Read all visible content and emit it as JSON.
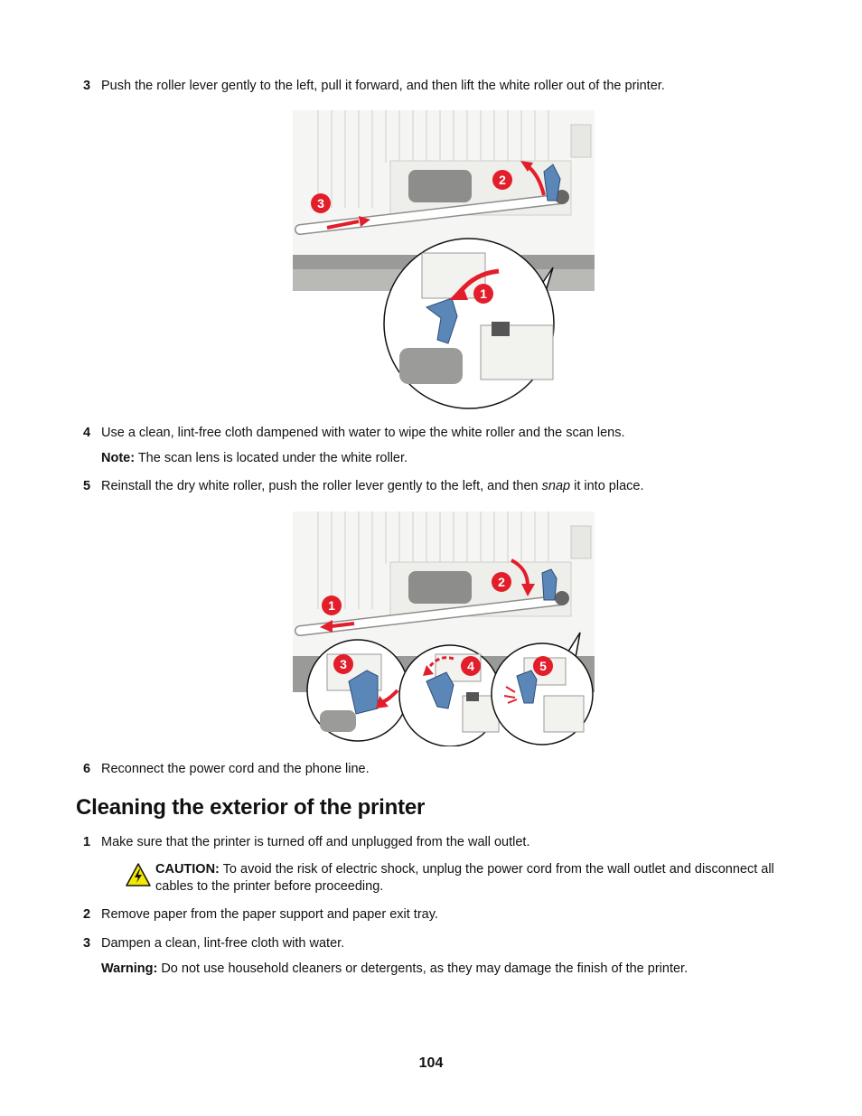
{
  "steps_top": [
    {
      "num": "3",
      "text": "Push the roller lever gently to the left, pull it forward, and then lift the white roller out of the printer."
    },
    {
      "num": "4",
      "text": "Use a clean, lint-free cloth dampened with water to wipe the white roller and the scan lens."
    },
    {
      "num": "5",
      "text_before": "Reinstall the dry white roller, push the roller lever gently to the left, and then ",
      "text_em": "snap",
      "text_after": " it into place."
    },
    {
      "num": "6",
      "text": "Reconnect the power cord and the phone line."
    }
  ],
  "note": {
    "label": "Note:",
    "text": " The scan lens is located under the white roller."
  },
  "figure1": {
    "callouts": [
      "1",
      "2",
      "3"
    ]
  },
  "figure2": {
    "callouts": [
      "1",
      "2",
      "3",
      "4",
      "5"
    ]
  },
  "section": {
    "title": "Cleaning the exterior of the printer"
  },
  "steps_bottom": [
    {
      "num": "1",
      "text": "Make sure that the printer is turned off and unplugged from the wall outlet."
    },
    {
      "num": "2",
      "text": "Remove paper from the paper support and paper exit tray."
    },
    {
      "num": "3",
      "text": "Dampen a clean, lint-free cloth with water."
    }
  ],
  "caution": {
    "label": "CAUTION:",
    "text": " To avoid the risk of electric shock, unplug the power cord from the wall outlet and disconnect all cables to the printer before proceeding."
  },
  "warning": {
    "label": "Warning:",
    "text": " Do not use household cleaners or detergents, as they may damage the finish of the printer."
  },
  "page_number": "104",
  "colors": {
    "callout_red": "#e21e2b",
    "lever_blue": "#5b86b8"
  },
  "icons": {
    "caution": "warning-triangle-lightning-icon"
  }
}
